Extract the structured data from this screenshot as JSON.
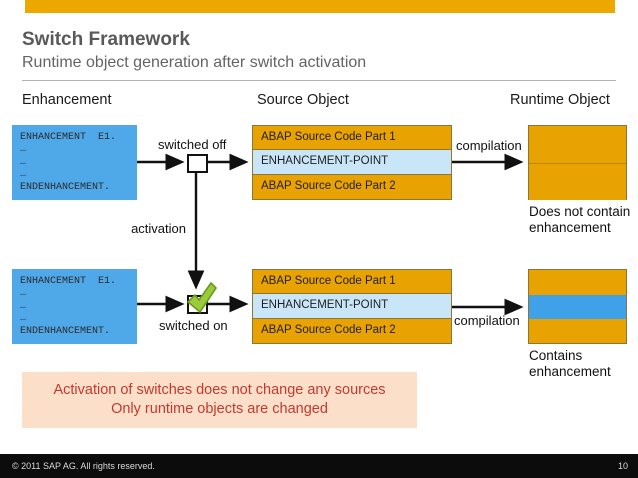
{
  "slide": {
    "title": "Switch Framework",
    "subtitle": "Runtime object generation after switch activation"
  },
  "columns": {
    "enhancement": "Enhancement",
    "source": "Source Object",
    "runtime": "Runtime Object"
  },
  "code_box": {
    "lines": [
      "ENHANCEMENT  E1.",
      "…",
      "…",
      "…",
      "ENDENHANCEMENT."
    ]
  },
  "source_object": {
    "part1": "ABAP Source Code Part 1",
    "enhancement_point": "ENHANCEMENT-POINT",
    "part2": "ABAP Source Code Part 2"
  },
  "labels": {
    "switched_off": "switched off",
    "switched_on": "switched on",
    "activation": "activation",
    "compilation": "compilation"
  },
  "captions": {
    "runtime_without": "Does not contain enhancement",
    "runtime_with": "Contains enhancement"
  },
  "note": {
    "line1": "Activation of switches does not change any sources",
    "line2": "Only runtime objects are changed"
  },
  "footer": {
    "copyright": "© 2011 SAP AG. All rights reserved.",
    "page_number": "10"
  },
  "colors": {
    "accent_gold": "#EDA800",
    "band_orange": "#E8A202",
    "band_light_blue": "#C9E6F8",
    "code_box_blue": "#4FA8E8",
    "runtime_enhancement_blue": "#3FA2E8",
    "note_background": "#FBDFC8",
    "note_text_red": "#C23A32",
    "check_green": "#9BCB3B"
  }
}
